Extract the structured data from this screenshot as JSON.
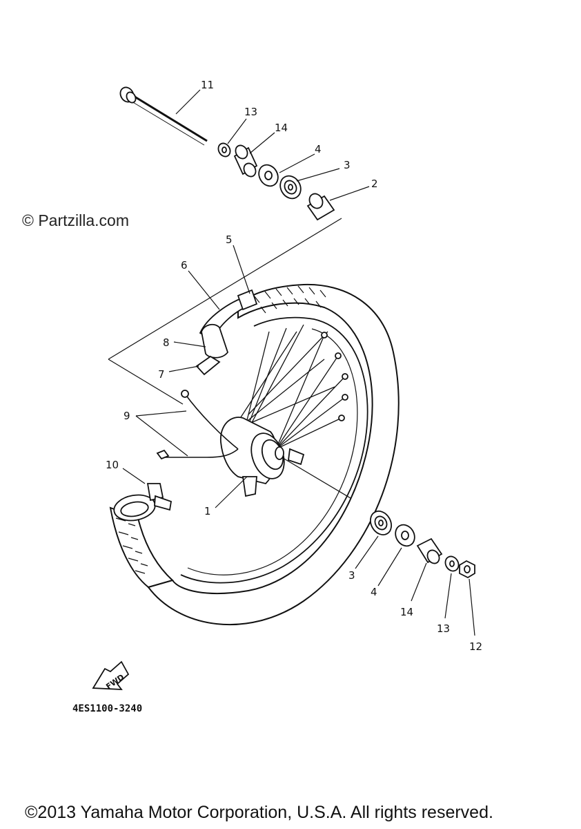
{
  "watermark": "© Partzilla.com",
  "copyright": "©2013 Yamaha Motor Corporation, U.S.A. All rights reserved.",
  "part_code": "4ES1100-3240",
  "fwd_label": "FWD",
  "callouts": {
    "c11": "11",
    "c13_top": "13",
    "c14_top": "14",
    "c4_top": "4",
    "c3_top": "3",
    "c2": "2",
    "c5": "5",
    "c6": "6",
    "c8": "8",
    "c7": "7",
    "c9": "9",
    "c10": "10",
    "c1": "1",
    "c3_bot": "3",
    "c4_bot": "4",
    "c14_bot": "14",
    "c13_bot": "13",
    "c12": "12"
  }
}
